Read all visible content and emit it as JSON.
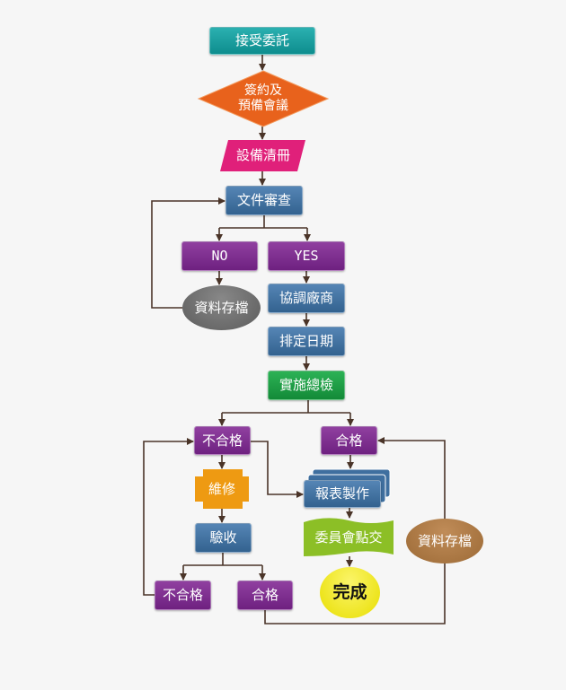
{
  "nodes": {
    "accept": "接受委託",
    "contract_line1": "簽約及",
    "contract_line2": "預備會議",
    "equipment_list": "設備清冊",
    "doc_review": "文件審查",
    "no": "NO",
    "yes": "YES",
    "archive_1": "資料存檔",
    "coordinate": "協調廠商",
    "schedule": "排定日期",
    "inspection": "實施總檢",
    "fail_1": "不合格",
    "pass_1": "合格",
    "repair": "維修",
    "report": "報表製作",
    "acceptance": "驗收",
    "handover": "委員會點交",
    "archive_2": "資料存檔",
    "fail_2": "不合格",
    "pass_2": "合格",
    "done": "完成"
  },
  "colors": {
    "line": "#4a3428",
    "orange": "#e8621c",
    "pink": "#e0207a",
    "repair": "#ee9a12",
    "handover": "#8cbf26",
    "archive_gray": "#666666",
    "archive_brown": "#a8753f",
    "done": "#f0e800"
  }
}
